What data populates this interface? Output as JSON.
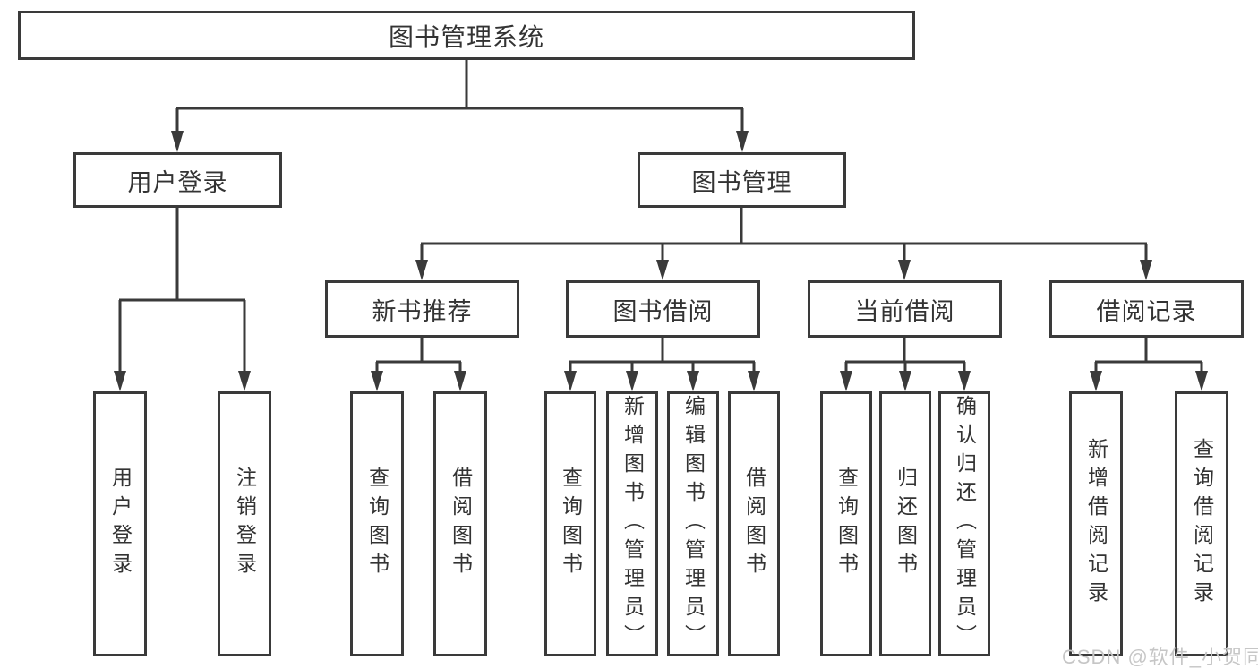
{
  "tree": {
    "root": "图书管理系统",
    "branches": [
      {
        "label": "用户登录",
        "children": [
          "用户登录",
          "注销登录"
        ]
      },
      {
        "label": "图书管理",
        "groups": [
          {
            "label": "新书推荐",
            "children": [
              "查询图书",
              "借阅图书"
            ]
          },
          {
            "label": "图书借阅",
            "children": [
              "查询图书",
              "新增图书（管理员）",
              "编辑图书（管理员）",
              "借阅图书"
            ]
          },
          {
            "label": "当前借阅",
            "children": [
              "查询图书",
              "归还图书",
              "确认归还（管理员）"
            ]
          },
          {
            "label": "借阅记录",
            "children": [
              "新增借阅记录",
              "查询借阅记录"
            ]
          }
        ]
      }
    ]
  },
  "watermark": "CSDN @软件_小贺同学",
  "colors": {
    "line": "#3a3a3a",
    "box_border": "#3a3a3a",
    "text": "#333333",
    "background": "#ffffff",
    "watermark": "#c6c6c6"
  }
}
